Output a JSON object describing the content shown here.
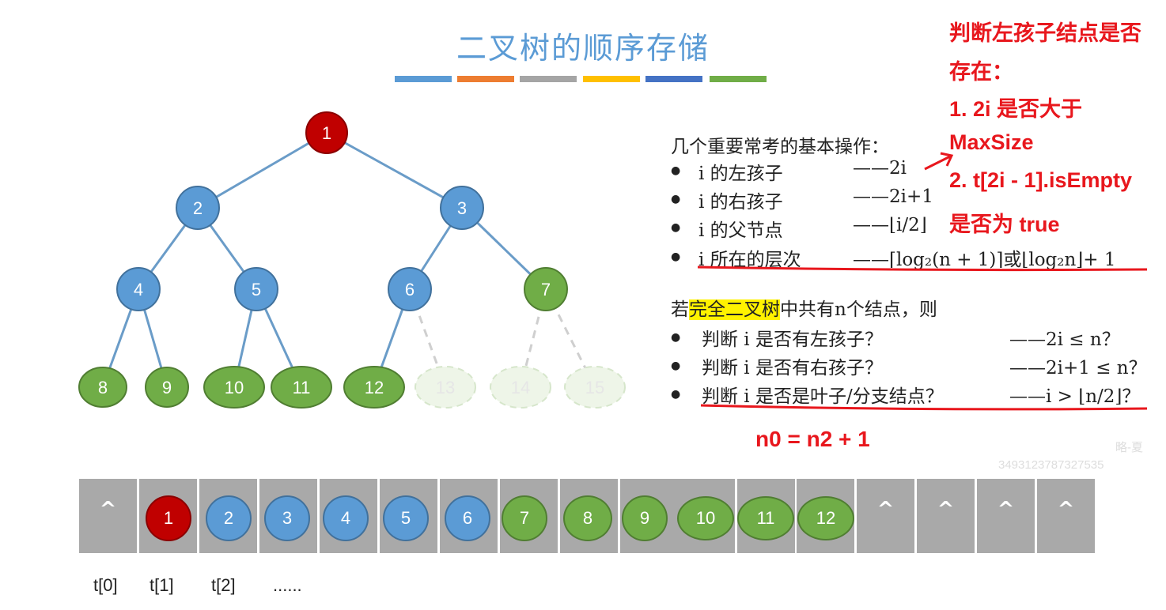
{
  "title": "二叉树的顺序存储",
  "accent_colors": [
    "#5b9bd5",
    "#ed7d31",
    "#a5a5a5",
    "#ffc000",
    "#4472c4",
    "#70ad47"
  ],
  "node_colors": {
    "root": "#c00000",
    "blue": "#5b9bd5",
    "green": "#70ad47",
    "ghost": "#e2efd9"
  },
  "tree_nodes": [
    "1",
    "2",
    "3",
    "4",
    "5",
    "6",
    "7",
    "8",
    "9",
    "10",
    "11",
    "12",
    "13",
    "14",
    "15"
  ],
  "operations": {
    "heading": "几个重要常考的基本操作：",
    "items": [
      {
        "label": "i 的左孩子",
        "formula": "——2i"
      },
      {
        "label": "i 的右孩子",
        "formula": "——2i+1"
      },
      {
        "label": "i 的父节点",
        "formula": "——⌊i/2⌋"
      },
      {
        "label": "i 所在的层次",
        "formula": "——⌈log₂(n + 1)⌉或⌊log₂n⌋+ 1"
      }
    ]
  },
  "complete_tree": {
    "prefix": "若",
    "highlight": "完全二叉树",
    "suffix": "中共有n个结点，则",
    "items": [
      {
        "label": "判断 i 是否有左孩子？",
        "formula": "——2i ≤ n？"
      },
      {
        "label": "判断 i 是否有右孩子？",
        "formula": "——2i+1 ≤ n？"
      },
      {
        "label": "判断 i 是否是叶子/分支结点？",
        "formula": "——i > ⌊n/2⌋？"
      }
    ]
  },
  "annotations": {
    "line1": "判断左孩子结点是否",
    "line2": "存在：",
    "line3": "1. 2i 是否大于",
    "line4": "MaxSize",
    "line5": "2. t[2i - 1].isEmpty",
    "line6": "是否为 true",
    "formula": "n0 = n2 + 1"
  },
  "array": {
    "empty_symbol": "^",
    "values": [
      "1",
      "2",
      "3",
      "4",
      "5",
      "6",
      "7",
      "8",
      "9",
      "10",
      "11",
      "12"
    ],
    "indices": [
      "t[0]",
      "t[1]",
      "t[2]",
      "......"
    ]
  },
  "watermark": {
    "name": "略-夏",
    "id": "3493123787327535"
  }
}
